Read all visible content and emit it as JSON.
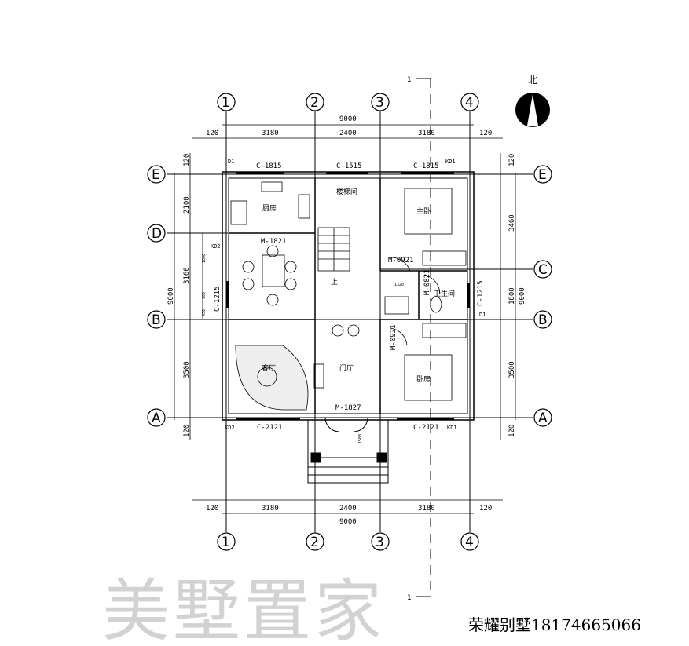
{
  "axes_columns": [
    "1",
    "2",
    "3",
    "4"
  ],
  "axes_rows": [
    "E",
    "D",
    "C",
    "B",
    "A"
  ],
  "north_label": "北",
  "section_label": "1",
  "dims_top": {
    "total": "9000",
    "segments": [
      "120",
      "3180",
      "2400",
      "3180",
      "120"
    ]
  },
  "dims_bottom": {
    "total": "9000",
    "segments": [
      "120",
      "3180",
      "2400",
      "3180",
      "120"
    ]
  },
  "dims_left": {
    "total": "9000",
    "segments": [
      "120",
      "2100",
      "3160",
      "3500",
      "120"
    ],
    "details": [
      "1800",
      "900",
      "450"
    ]
  },
  "dims_right": {
    "total": "9000",
    "segments": [
      "120",
      "3460",
      "1800",
      "3500",
      "120"
    ]
  },
  "rooms": {
    "kitchen": "厨房",
    "stair": "楼梯间",
    "bedroom_master": "主卧",
    "bathroom": "卫生间",
    "foyer": "门厅",
    "living": "客厅",
    "bedroom": "卧房"
  },
  "openings": {
    "c1815_left": "C-1815",
    "c1515": "C-1515",
    "c1815_right": "C-1815",
    "m1821": "M-1821",
    "m0921_top": "M-0921",
    "m0821": "M-0821",
    "m0921_bottom": "M-0921",
    "c1215_left": "C-1215",
    "c1215_right": "C-1215",
    "m1827": "M-1827",
    "c2121_left": "C-2121",
    "c2121_right": "C-2121",
    "kd1_top": "KD1",
    "kd1_bottom": "KD1",
    "kd2_left": "KD2",
    "kd2_bottom": "KD2",
    "d1_top": "D1",
    "d1_right": "D1",
    "bath_dim": "1320",
    "stair_up": "上",
    "step_dim": "1500"
  },
  "watermark": "美墅置家",
  "credit": "荣耀别墅18174665066"
}
